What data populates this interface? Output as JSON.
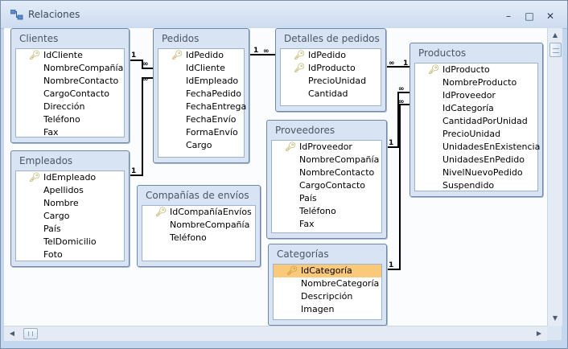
{
  "window": {
    "title": "Relaciones"
  },
  "icons": {
    "app": "relationships-icon",
    "key": "key-icon"
  },
  "tables": {
    "clientes": {
      "title": "Clientes",
      "fields": [
        "IdCliente",
        "NombreCompañía",
        "NombreContacto",
        "CargoContacto",
        "Dirección",
        "Teléfono",
        "Fax"
      ]
    },
    "pedidos": {
      "title": "Pedidos",
      "fields": [
        "IdPedido",
        "IdCliente",
        "IdEmpleado",
        "FechaPedido",
        "FechaEntrega",
        "FechaEnvío",
        "FormaEnvío",
        "Cargo"
      ]
    },
    "detalles": {
      "title": "Detalles de pedidos",
      "fields": [
        "IdPedido",
        "IdProducto",
        "PrecioUnidad",
        "Cantidad"
      ]
    },
    "productos": {
      "title": "Productos",
      "fields": [
        "IdProducto",
        "NombreProducto",
        "IdProveedor",
        "IdCategoría",
        "CantidadPorUnidad",
        "PrecioUnidad",
        "UnidadesEnExistencia",
        "UnidadesEnPedido",
        "NivelNuevoPedido",
        "Suspendido"
      ]
    },
    "empleados": {
      "title": "Empleados",
      "fields": [
        "IdEmpleado",
        "Apellidos",
        "Nombre",
        "Cargo",
        "País",
        "TelDomicilio",
        "Foto"
      ]
    },
    "envios": {
      "title": "Compañías de envíos",
      "fields": [
        "IdCompañíaEnvíos",
        "NombreCompañía",
        "Teléfono"
      ]
    },
    "proveedores": {
      "title": "Proveedores",
      "fields": [
        "IdProveedor",
        "NombreCompañía",
        "NombreContacto",
        "CargoContacto",
        "País",
        "Teléfono",
        "Fax"
      ]
    },
    "categorias": {
      "title": "Categorías",
      "fields": [
        "IdCategoría",
        "NombreCategoría",
        "Descripción",
        "Imagen"
      ]
    }
  },
  "relationships": {
    "one": "1",
    "many": "∞"
  }
}
